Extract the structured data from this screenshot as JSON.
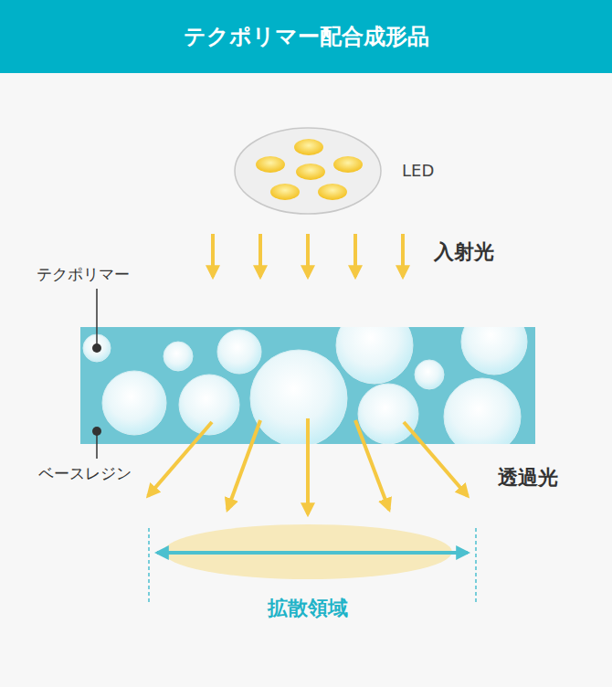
{
  "diagram": {
    "title": "テクポリマー配合成形品",
    "nodes": [
      {
        "text": [
          "LED"
        ]
      }
    ],
    "labels": [
      "入射光",
      "テクポリマー",
      "ベースレジン",
      "透過光",
      "拡散領域"
    ]
  }
}
